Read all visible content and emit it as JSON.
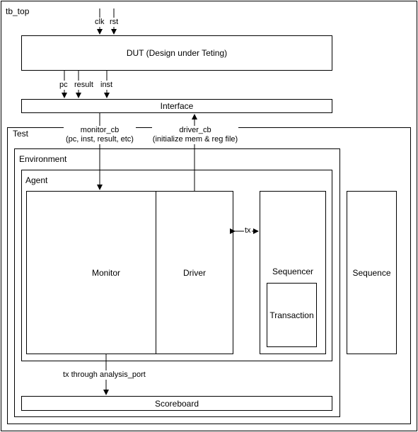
{
  "tb_top": {
    "label": "tb_top"
  },
  "signals_top": {
    "clk": "clk",
    "rst": "rst"
  },
  "dut": {
    "label": "DUT (Design under Teting)"
  },
  "signals_dut_out": {
    "pc": "pc",
    "result": "result",
    "inst": "inst"
  },
  "interface": {
    "label": "Interface"
  },
  "monitor_cb": {
    "line1": "monitor_cb",
    "line2": "(pc, inst, result, etc)"
  },
  "driver_cb": {
    "line1": "driver_cb",
    "line2": "(initialize mem & reg file)"
  },
  "test": {
    "label": "Test"
  },
  "environment": {
    "label": "Environment"
  },
  "agent": {
    "label": "Agent"
  },
  "monitor": {
    "label": "Monitor"
  },
  "driver": {
    "label": "Driver"
  },
  "sequencer": {
    "label": "Sequencer"
  },
  "transaction": {
    "label": "Transaction"
  },
  "sequence": {
    "label": "Sequence"
  },
  "tx_link": {
    "label": "tx"
  },
  "analysis_port": {
    "label": "tx through analysis_port"
  },
  "scoreboard": {
    "label": "Scoreboard"
  }
}
